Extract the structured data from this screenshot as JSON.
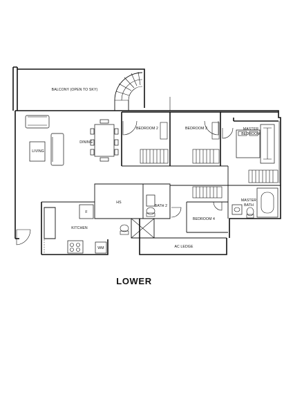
{
  "plan": {
    "title": "LOWER",
    "rooms": {
      "balcony": "BALCONY (OPEN TO SKY)",
      "living": "LIVING",
      "dining": "DINING",
      "bedroom2": "BEDROOM 2",
      "bedroom3": "BEDROOM 3",
      "master_bedroom_line1": "MASTER",
      "master_bedroom_line2": "BEDROOM",
      "hs": "HS",
      "bath2": "BATH 2",
      "master_bath_line1": "MASTER",
      "master_bath_line2": "BATH",
      "bedroom4": "BEDROOM 4",
      "kitchen": "KITCHEN",
      "fridge": "F",
      "wm": "WM",
      "ac_ledge": "AC LEDGE"
    }
  }
}
